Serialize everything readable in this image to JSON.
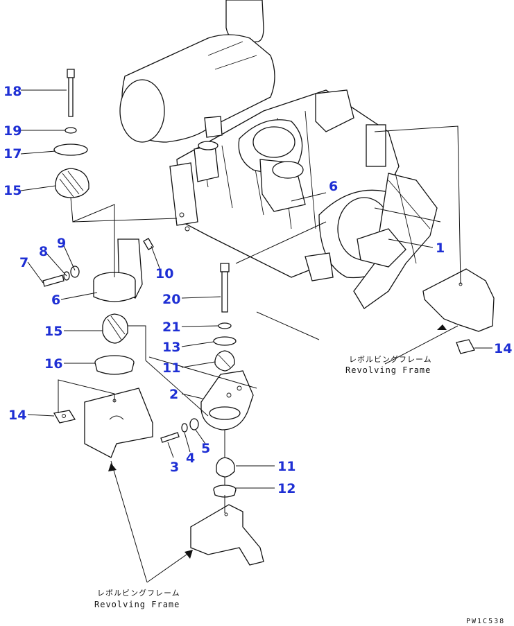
{
  "callouts": {
    "n1": "1",
    "n2": "2",
    "n3": "3",
    "n4": "4",
    "n5": "5",
    "n6a": "6",
    "n6b": "6",
    "n7": "7",
    "n8": "8",
    "n9": "9",
    "n10": "10",
    "n11a": "11",
    "n11b": "11",
    "n12": "12",
    "n13": "13",
    "n14a": "14",
    "n14b": "14",
    "n15a": "15",
    "n15b": "15",
    "n16": "16",
    "n17": "17",
    "n18": "18",
    "n19": "19",
    "n20": "20",
    "n21": "21"
  },
  "frame_labels": {
    "right_jp": "レボルビングフレーム",
    "right_en": "Revolving Frame",
    "bottom_jp": "レボルビングフレーム",
    "bottom_en": "Revolving Frame"
  },
  "drawing_code": "PW1C538",
  "colors": {
    "callout": "#1e2fd4",
    "linework": "#111111"
  }
}
